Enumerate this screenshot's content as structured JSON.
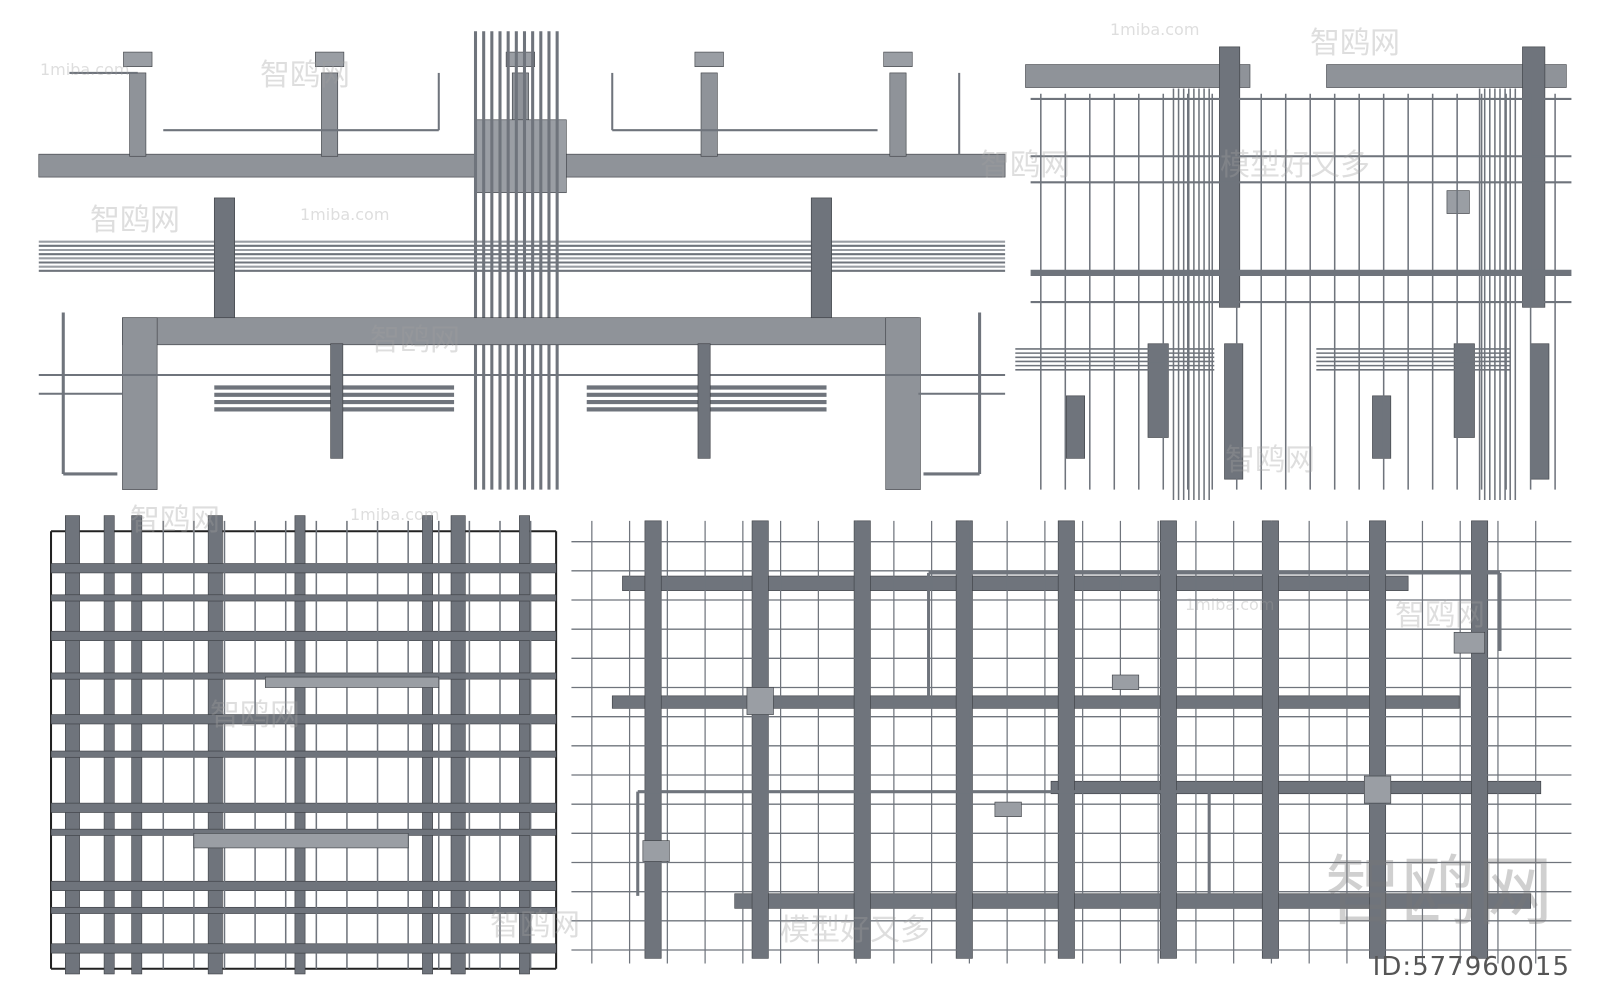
{
  "image": {
    "subject": "pipe-and-duct-network-renders",
    "colors": {
      "pipe": "#6f747c",
      "pipe_light": "#9a9ea4",
      "duct": "#8f9399",
      "edge": "#3b3e43",
      "background": "#ffffff"
    }
  },
  "watermarks": {
    "site": "1miba.com",
    "brand": "智鸥网",
    "slogan": "模型好又多"
  },
  "id_label": "ID:577960015"
}
